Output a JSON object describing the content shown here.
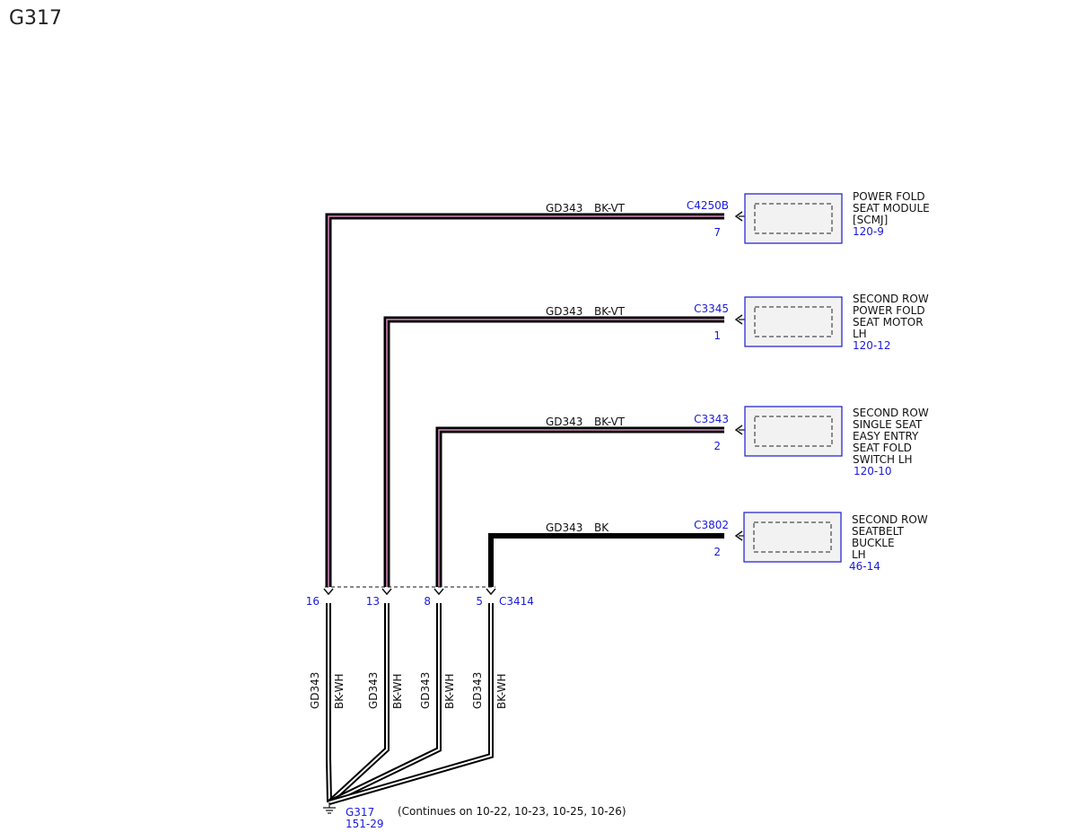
{
  "page_title": "G317",
  "colors": {
    "wire_stripe": "#d98cc4",
    "connector_text": "#1a1adb",
    "component_border": "#2a2ad0",
    "component_fill": "#f2f2f2",
    "wire": "#000000"
  },
  "branches": [
    {
      "circuit": "GD343",
      "color": "BK-VT",
      "connector": "C4250B",
      "pin": "7",
      "component": [
        "POWER FOLD",
        "SEAT MODULE",
        "[SCMJ]"
      ],
      "ref": "120-9",
      "splice_pin": "16",
      "striped": true
    },
    {
      "circuit": "GD343",
      "color": "BK-VT",
      "connector": "C3345",
      "pin": "1",
      "component": [
        "SECOND ROW",
        "POWER FOLD",
        "SEAT MOTOR",
        "LH"
      ],
      "ref": "120-12",
      "splice_pin": "13",
      "striped": true
    },
    {
      "circuit": "GD343",
      "color": "BK-VT",
      "connector": "C3343",
      "pin": "2",
      "component": [
        "SECOND ROW",
        "SINGLE SEAT",
        "EASY ENTRY",
        "SEAT FOLD",
        "SWITCH LH"
      ],
      "ref": "120-10",
      "splice_pin": "8",
      "striped": true
    },
    {
      "circuit": "GD343",
      "color": "BK",
      "connector": "C3802",
      "pin": "2",
      "component": [
        "SECOND ROW",
        "SEATBELT",
        "BUCKLE",
        "LH"
      ],
      "ref": "46-14",
      "splice_pin": "5",
      "striped": false
    }
  ],
  "inline_connector": "C3414",
  "lower_wires": [
    {
      "circuit": "GD343",
      "color": "BK-WH"
    },
    {
      "circuit": "GD343",
      "color": "BK-WH"
    },
    {
      "circuit": "GD343",
      "color": "BK-WH"
    },
    {
      "circuit": "GD343",
      "color": "BK-WH"
    }
  ],
  "ground": {
    "name": "G317",
    "ref": "151-29",
    "note": "(Continues on 10-22, 10-23, 10-25, 10-26)"
  }
}
